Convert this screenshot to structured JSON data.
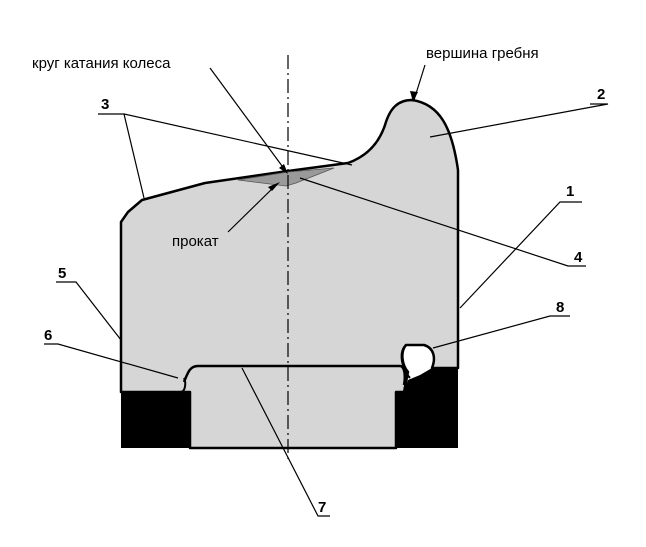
{
  "colors": {
    "profile_fill": "#d6d6d6",
    "outline": "#000000",
    "hub": "#000000",
    "rolling_wear": "#9a9a9a",
    "background": "#ffffff"
  },
  "labels": {
    "rolling_circle": "круг катания колеса",
    "flange_crest": "вершина гребня",
    "rolling_wear": "прокат"
  },
  "callouts": {
    "n1": "1",
    "n2": "2",
    "n3": "3",
    "n4": "4",
    "n5": "5",
    "n6": "6",
    "n7": "7",
    "n8": "8"
  }
}
